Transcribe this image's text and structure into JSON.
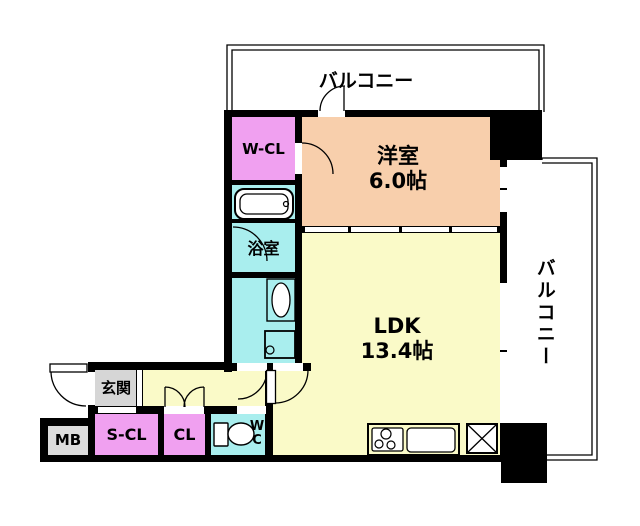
{
  "plan_title": "apartment-floor-plan",
  "rooms": {
    "balcony_top": {
      "label": "バルコニー"
    },
    "balcony_right": {
      "label": "バルコニー"
    },
    "western_room": {
      "label": "洋室",
      "size": "6.0帖"
    },
    "ldk": {
      "label": "LDK",
      "size": "13.4帖"
    },
    "walk_in_closet": {
      "label": "W-CL"
    },
    "bathroom": {
      "label": "浴室"
    },
    "entrance": {
      "label": "玄関"
    },
    "meter_box": {
      "label": "MB"
    },
    "shoes_closet": {
      "label": "S-CL"
    },
    "closet": {
      "label": "CL"
    },
    "water_closet": {
      "label_line1": "W",
      "label_line2": "C"
    }
  },
  "fixtures": [
    "bathtub-icon",
    "washbasin-icon",
    "washing-machine-pan-icon",
    "toilet-icon",
    "gas-stove-icon",
    "kitchen-sink-icon",
    "refrigerator-space-icon",
    "door-swing-arc"
  ],
  "colors": {
    "wall": "#000000",
    "closet_pink": "#f0a0f0",
    "wet_cyan": "#a9eeee",
    "bedroom_peach": "#f8cfac",
    "ldk_yellow": "#fafac8",
    "entry_gray": "#d6d6d6",
    "mb_gray": "#dcdcdc",
    "bg": "#ffffff"
  }
}
